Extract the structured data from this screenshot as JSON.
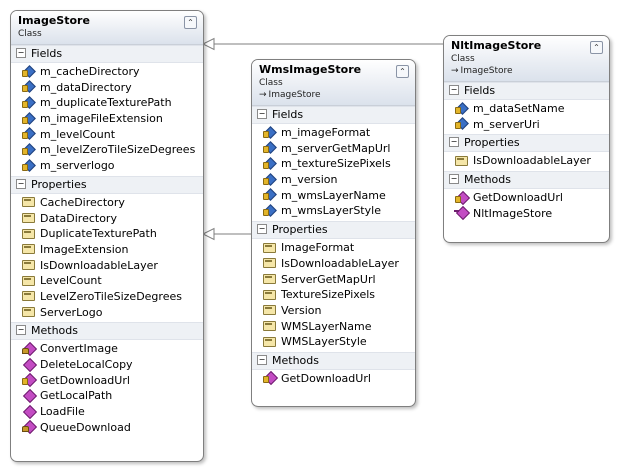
{
  "classes": [
    {
      "name": "ImageStore",
      "stereotype": "Class",
      "parent": "",
      "collapse_icon": "chevron-up-icon",
      "sections": [
        {
          "title": "Fields",
          "members": [
            {
              "name": "m_cacheDirectory",
              "kind": "field",
              "access": "private"
            },
            {
              "name": "m_dataDirectory",
              "kind": "field",
              "access": "private"
            },
            {
              "name": "m_duplicateTexturePath",
              "kind": "field",
              "access": "private"
            },
            {
              "name": "m_imageFileExtension",
              "kind": "field",
              "access": "private"
            },
            {
              "name": "m_levelCount",
              "kind": "field",
              "access": "private"
            },
            {
              "name": "m_levelZeroTileSizeDegrees",
              "kind": "field",
              "access": "private"
            },
            {
              "name": "m_serverlogo",
              "kind": "field",
              "access": "private"
            }
          ]
        },
        {
          "title": "Properties",
          "members": [
            {
              "name": "CacheDirectory",
              "kind": "property",
              "access": "public"
            },
            {
              "name": "DataDirectory",
              "kind": "property",
              "access": "public"
            },
            {
              "name": "DuplicateTexturePath",
              "kind": "property",
              "access": "public"
            },
            {
              "name": "ImageExtension",
              "kind": "property",
              "access": "public"
            },
            {
              "name": "IsDownloadableLayer",
              "kind": "property",
              "access": "public"
            },
            {
              "name": "LevelCount",
              "kind": "property",
              "access": "public"
            },
            {
              "name": "LevelZeroTileSizeDegrees",
              "kind": "property",
              "access": "public"
            },
            {
              "name": "ServerLogo",
              "kind": "property",
              "access": "public"
            }
          ]
        },
        {
          "title": "Methods",
          "members": [
            {
              "name": "ConvertImage",
              "kind": "method",
              "access": "protected"
            },
            {
              "name": "DeleteLocalCopy",
              "kind": "method",
              "access": "public"
            },
            {
              "name": "GetDownloadUrl",
              "kind": "method",
              "access": "private"
            },
            {
              "name": "GetLocalPath",
              "kind": "method",
              "access": "public"
            },
            {
              "name": "LoadFile",
              "kind": "method",
              "access": "public"
            },
            {
              "name": "QueueDownload",
              "kind": "method",
              "access": "protected"
            }
          ]
        }
      ]
    },
    {
      "name": "WmsImageStore",
      "stereotype": "Class",
      "parent": "ImageStore",
      "collapse_icon": "chevron-up-icon",
      "sections": [
        {
          "title": "Fields",
          "members": [
            {
              "name": "m_imageFormat",
              "kind": "field",
              "access": "private"
            },
            {
              "name": "m_serverGetMapUrl",
              "kind": "field",
              "access": "private"
            },
            {
              "name": "m_textureSizePixels",
              "kind": "field",
              "access": "private"
            },
            {
              "name": "m_version",
              "kind": "field",
              "access": "private"
            },
            {
              "name": "m_wmsLayerName",
              "kind": "field",
              "access": "private"
            },
            {
              "name": "m_wmsLayerStyle",
              "kind": "field",
              "access": "private"
            }
          ]
        },
        {
          "title": "Properties",
          "members": [
            {
              "name": "ImageFormat",
              "kind": "property",
              "access": "public"
            },
            {
              "name": "IsDownloadableLayer",
              "kind": "property",
              "access": "public"
            },
            {
              "name": "ServerGetMapUrl",
              "kind": "property",
              "access": "public"
            },
            {
              "name": "TextureSizePixels",
              "kind": "property",
              "access": "public"
            },
            {
              "name": "Version",
              "kind": "property",
              "access": "public"
            },
            {
              "name": "WMSLayerName",
              "kind": "property",
              "access": "public"
            },
            {
              "name": "WMSLayerStyle",
              "kind": "property",
              "access": "public"
            }
          ]
        },
        {
          "title": "Methods",
          "members": [
            {
              "name": "GetDownloadUrl",
              "kind": "method",
              "access": "private"
            }
          ]
        }
      ]
    },
    {
      "name": "NltImageStore",
      "stereotype": "Class",
      "parent": "ImageStore",
      "collapse_icon": "chevron-up-icon",
      "sections": [
        {
          "title": "Fields",
          "members": [
            {
              "name": "m_dataSetName",
              "kind": "field",
              "access": "private"
            },
            {
              "name": "m_serverUri",
              "kind": "field",
              "access": "private"
            }
          ]
        },
        {
          "title": "Properties",
          "members": [
            {
              "name": "IsDownloadableLayer",
              "kind": "property",
              "access": "public"
            }
          ]
        },
        {
          "title": "Methods",
          "members": [
            {
              "name": "GetDownloadUrl",
              "kind": "method",
              "access": "private"
            },
            {
              "name": "NltImageStore",
              "kind": "method",
              "access": "constructor"
            }
          ]
        }
      ]
    }
  ],
  "relations": [
    {
      "from": "WmsImageStore",
      "to": "ImageStore",
      "type": "inheritance"
    },
    {
      "from": "NltImageStore",
      "to": "ImageStore",
      "type": "inheritance"
    }
  ],
  "colors": {
    "border": "#7f7f7f",
    "header_gradient_end": "#dbe2ec",
    "section_header": "#eef1f5",
    "field_icon": "#3a6fc4",
    "method_icon": "#c34cc3",
    "connector": "#7f7f7f"
  }
}
